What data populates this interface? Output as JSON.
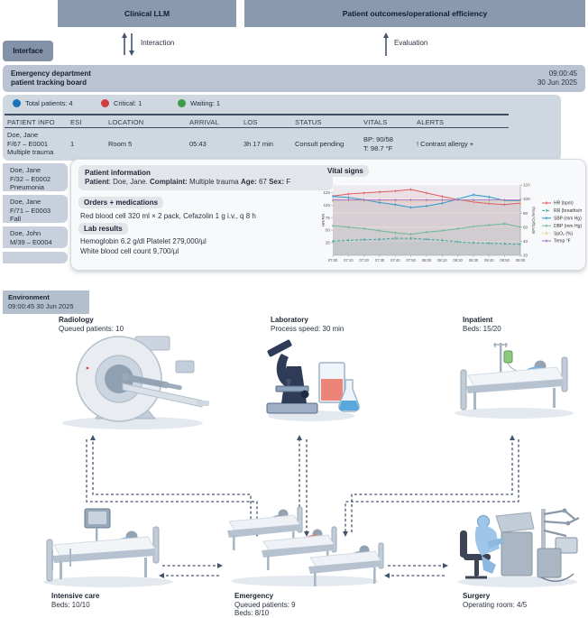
{
  "header": {
    "boxes": [
      {
        "label": "Clinical LLM"
      },
      {
        "label": "Patient outcomes/operational efficiency"
      }
    ],
    "interaction_label": "Interaction",
    "evaluation_label": "Evaluation",
    "interface_label": "Interface"
  },
  "board": {
    "title_lines": [
      "Emergency department",
      "patient tracking board"
    ],
    "time": "09:00:45",
    "date": "30 Jun 2025",
    "legend": [
      {
        "label": "Total patients: 4",
        "color": "#1a73b8"
      },
      {
        "label": "Critical: 1",
        "color": "#cf3d3d"
      },
      {
        "label": "Waiting: 1",
        "color": "#3c9b46"
      }
    ],
    "columns": [
      "PATIENT INFO",
      "ESI",
      "LOCATION",
      "ARRIVAL",
      "LOS",
      "STATUS",
      "VITALS",
      "ALERTS"
    ],
    "row1": {
      "info_lines": [
        "Doe, Jane",
        "F/67 – E0001",
        "Multiple trauma"
      ],
      "esi": "1",
      "location": "Room 5",
      "arrival": "05:43",
      "los": "3h 17 min",
      "status": "Consult pending",
      "vitals_lines": [
        "BP: 90/58",
        "T: 98.7 °F"
      ],
      "alerts": "! Contrast allergy +"
    },
    "queue": [
      {
        "lines": [
          "Doe, Jane",
          "F/32 – E0002",
          "Pneumonia"
        ]
      },
      {
        "lines": [
          "Doe, Jane",
          "F/71 – E0003",
          "Fall"
        ]
      },
      {
        "lines": [
          "Doe, John",
          "M/39 – E0004"
        ]
      }
    ]
  },
  "popup": {
    "patient_info_title": "Patient information",
    "patient_line": [
      {
        "b": "Patient"
      },
      {
        "t": ": Doe, Jane. "
      },
      {
        "b": "Complaint:"
      },
      {
        "t": " Multiple trauma "
      },
      {
        "b": "Age:"
      },
      {
        "t": " 67 "
      },
      {
        "b": "Sex:"
      },
      {
        "t": " F"
      }
    ],
    "orders_title": "Orders + medications",
    "orders_text": "Red blood cell 320 ml × 2 pack, Cefazolin 1 g i.v., q 8 h",
    "lab_title": "Lab results",
    "lab_lines": [
      "Hemoglobin 6.2 g/dl Platelet 279,000/µl",
      "White blood cell count 9,700/µl"
    ],
    "chart_title": "Vital signs"
  },
  "chart_data": {
    "type": "line",
    "title": "Vital signs",
    "x": [
      "07:00",
      "07:10",
      "07:20",
      "07:30",
      "07:40",
      "07:50",
      "08:00",
      "08:10",
      "08:20",
      "08:30",
      "08:40",
      "08:50",
      "09:00"
    ],
    "left_axis": {
      "label": "HR/RR",
      "range": [
        0,
        140
      ],
      "ticks": [
        25,
        50,
        75,
        100,
        125
      ]
    },
    "right_axis": {
      "label": "BP/SpO₂/temp",
      "range": [
        20,
        120
      ],
      "ticks": [
        20,
        40,
        60,
        80,
        100,
        120
      ]
    },
    "grid": true,
    "legend_position": "right",
    "series": [
      {
        "name": "HR (bpm)",
        "axis": "left",
        "color": "#e05c5c",
        "dash": "solid",
        "values": [
          118,
          122,
          124,
          126,
          128,
          131,
          124,
          117,
          111,
          106,
          103,
          101,
          104
        ]
      },
      {
        "name": "RR (breaths/min)",
        "axis": "left",
        "color": "#35a79c",
        "dash": "dashed",
        "values": [
          28,
          30,
          31,
          32,
          34,
          34,
          32,
          30,
          27,
          25,
          24,
          23,
          22
        ]
      },
      {
        "name": "SBP (mm Hg)",
        "axis": "right",
        "color": "#2f97c9",
        "dash": "solid",
        "values": [
          104,
          102,
          99,
          95,
          92,
          88,
          90,
          94,
          100,
          106,
          103,
          98,
          98
        ]
      },
      {
        "name": "DBP (mm Hg)",
        "axis": "right",
        "color": "#6cb897",
        "dash": "solid",
        "values": [
          62,
          60,
          58,
          55,
          52,
          50,
          53,
          55,
          58,
          61,
          63,
          65,
          60
        ]
      },
      {
        "name": "SpO₂ (%)",
        "axis": "right",
        "color": "#e0c46a",
        "dash": "dotted",
        "values": [
          97,
          98,
          97,
          98,
          97,
          96,
          97,
          98,
          99,
          97,
          96,
          97,
          96
        ]
      },
      {
        "name": "Temp °F",
        "axis": "right",
        "color": "#a873bd",
        "dash": "solid",
        "values": [
          98.7,
          98.7,
          98.7,
          98.7,
          98.7,
          98.7,
          98.7,
          98.7,
          98.7,
          98.7,
          98.7,
          98.7,
          98.7
        ]
      }
    ]
  },
  "environment": {
    "badge_lines": [
      "Environment",
      "09:00:45 30 Jun 2025"
    ],
    "nodes": {
      "radiology": {
        "title": "Radiology",
        "stats": [
          "Queued patients: 10"
        ]
      },
      "laboratory": {
        "title": "Laboratory",
        "stats": [
          "Process speed: 30 min"
        ]
      },
      "inpatient": {
        "title": "Inpatient",
        "stats": [
          "Beds: 15/20"
        ]
      },
      "intensive_care": {
        "title": "Intensive care",
        "stats": [
          "Beds: 10/10"
        ]
      },
      "emergency": {
        "title": "Emergency",
        "stats": [
          "Queued patients: 9",
          "Beds: 8/10"
        ]
      },
      "surgery": {
        "title": "Surgery",
        "stats": [
          "Operating room: 4/5"
        ]
      }
    }
  },
  "colors": {
    "slate_box": "#8b99ae",
    "board_bar": "#b9c3d1",
    "board_panel": "#cfd7e0",
    "flow_arrow": "#44536e"
  }
}
